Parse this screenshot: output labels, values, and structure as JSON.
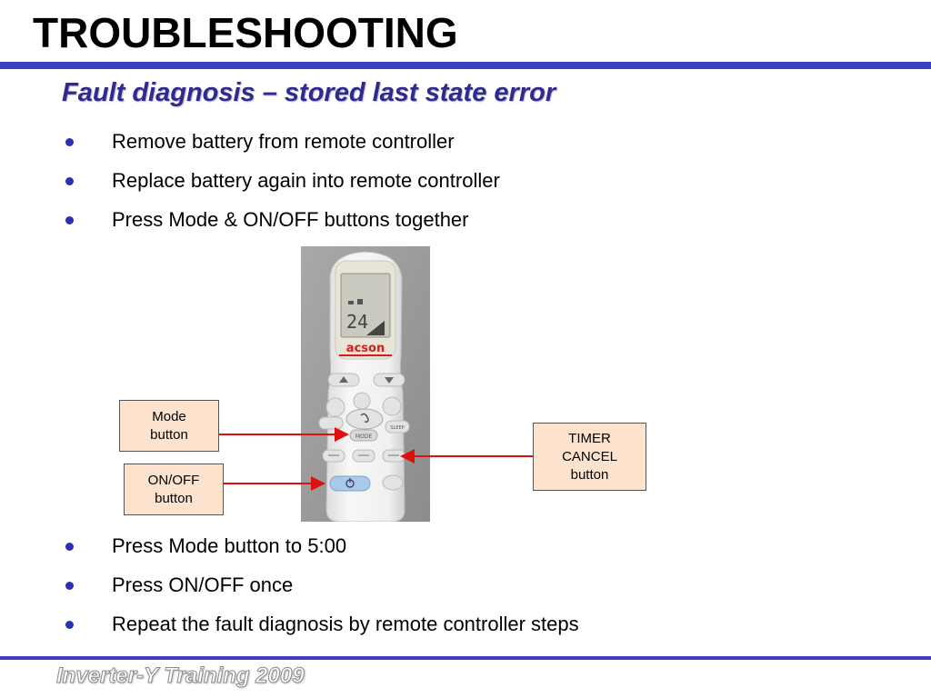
{
  "title": "TROUBLESHOOTING",
  "subtitle": "Fault diagnosis – stored last state error",
  "steps_before": [
    "Remove battery from remote controller",
    "Replace battery again into remote controller",
    "Press Mode & ON/OFF buttons together"
  ],
  "callouts": {
    "mode": [
      "Mode",
      "button"
    ],
    "onoff": [
      "ON/OFF",
      "button"
    ],
    "timer_cancel": [
      "TIMER",
      "CANCEL",
      "button"
    ]
  },
  "remote": {
    "brand": "acson",
    "display_value": "24",
    "mode_key": "MODE",
    "sleep_key": "SLEEP"
  },
  "steps_after": [
    "Press Mode button to 5:00",
    "Press ON/OFF once",
    "Repeat the fault diagnosis by remote controller steps"
  ],
  "footer": "Inverter-Y Training 2009",
  "colors": {
    "rule": "#3b3fbf",
    "subtitle": "#2e2a8f",
    "bullet": "#2e2fb0",
    "callout_fill": "#fde3cd",
    "arrow": "#e01010"
  }
}
